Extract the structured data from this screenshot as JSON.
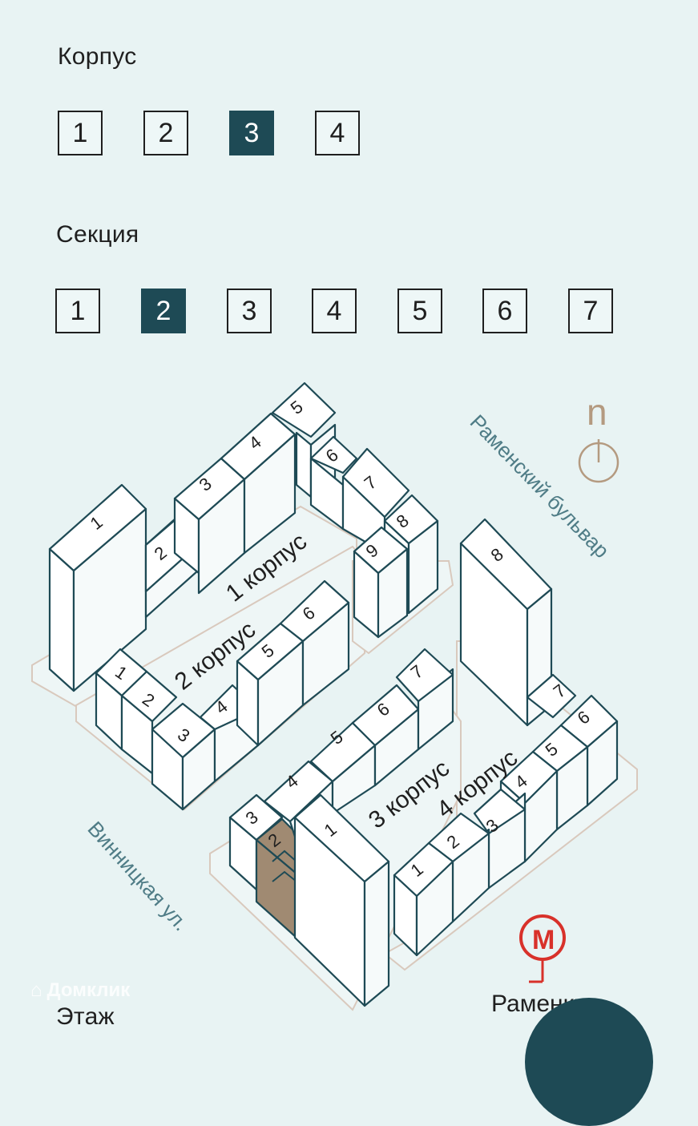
{
  "korpus": {
    "label": "Корпус",
    "options": [
      "1",
      "2",
      "3",
      "4"
    ],
    "selected": "3"
  },
  "sekciya": {
    "label": "Секция",
    "options": [
      "1",
      "2",
      "3",
      "4",
      "5",
      "6",
      "7"
    ],
    "selected": "2"
  },
  "map": {
    "streets": {
      "ramensky": "Раменский бульвар",
      "vinnitskaya": "Винницкая ул."
    },
    "buildings": {
      "b1": "1 корпус",
      "b2": "2 корпус",
      "b3": "3 корпус",
      "b4": "4 корпус"
    },
    "metro": {
      "symbol": "М",
      "name": "Раменки"
    },
    "compass": "n",
    "sections": {
      "k1": [
        "1",
        "2",
        "3",
        "4",
        "5",
        "6",
        "7",
        "8",
        "9"
      ],
      "k2": [
        "1",
        "2",
        "3",
        "4",
        "5",
        "6"
      ],
      "k3": [
        "1",
        "2",
        "3",
        "4",
        "5",
        "6",
        "7"
      ],
      "k4": [
        "1",
        "2",
        "3",
        "4",
        "5",
        "6",
        "7",
        "8"
      ]
    }
  },
  "colors": {
    "background": "#e8f3f3",
    "accent": "#1e4a55",
    "selected_section": "#a08a72",
    "metro": "#d8312a",
    "compass": "#b49a80"
  },
  "floor": {
    "label": "Этаж"
  },
  "watermark": "Домклик"
}
